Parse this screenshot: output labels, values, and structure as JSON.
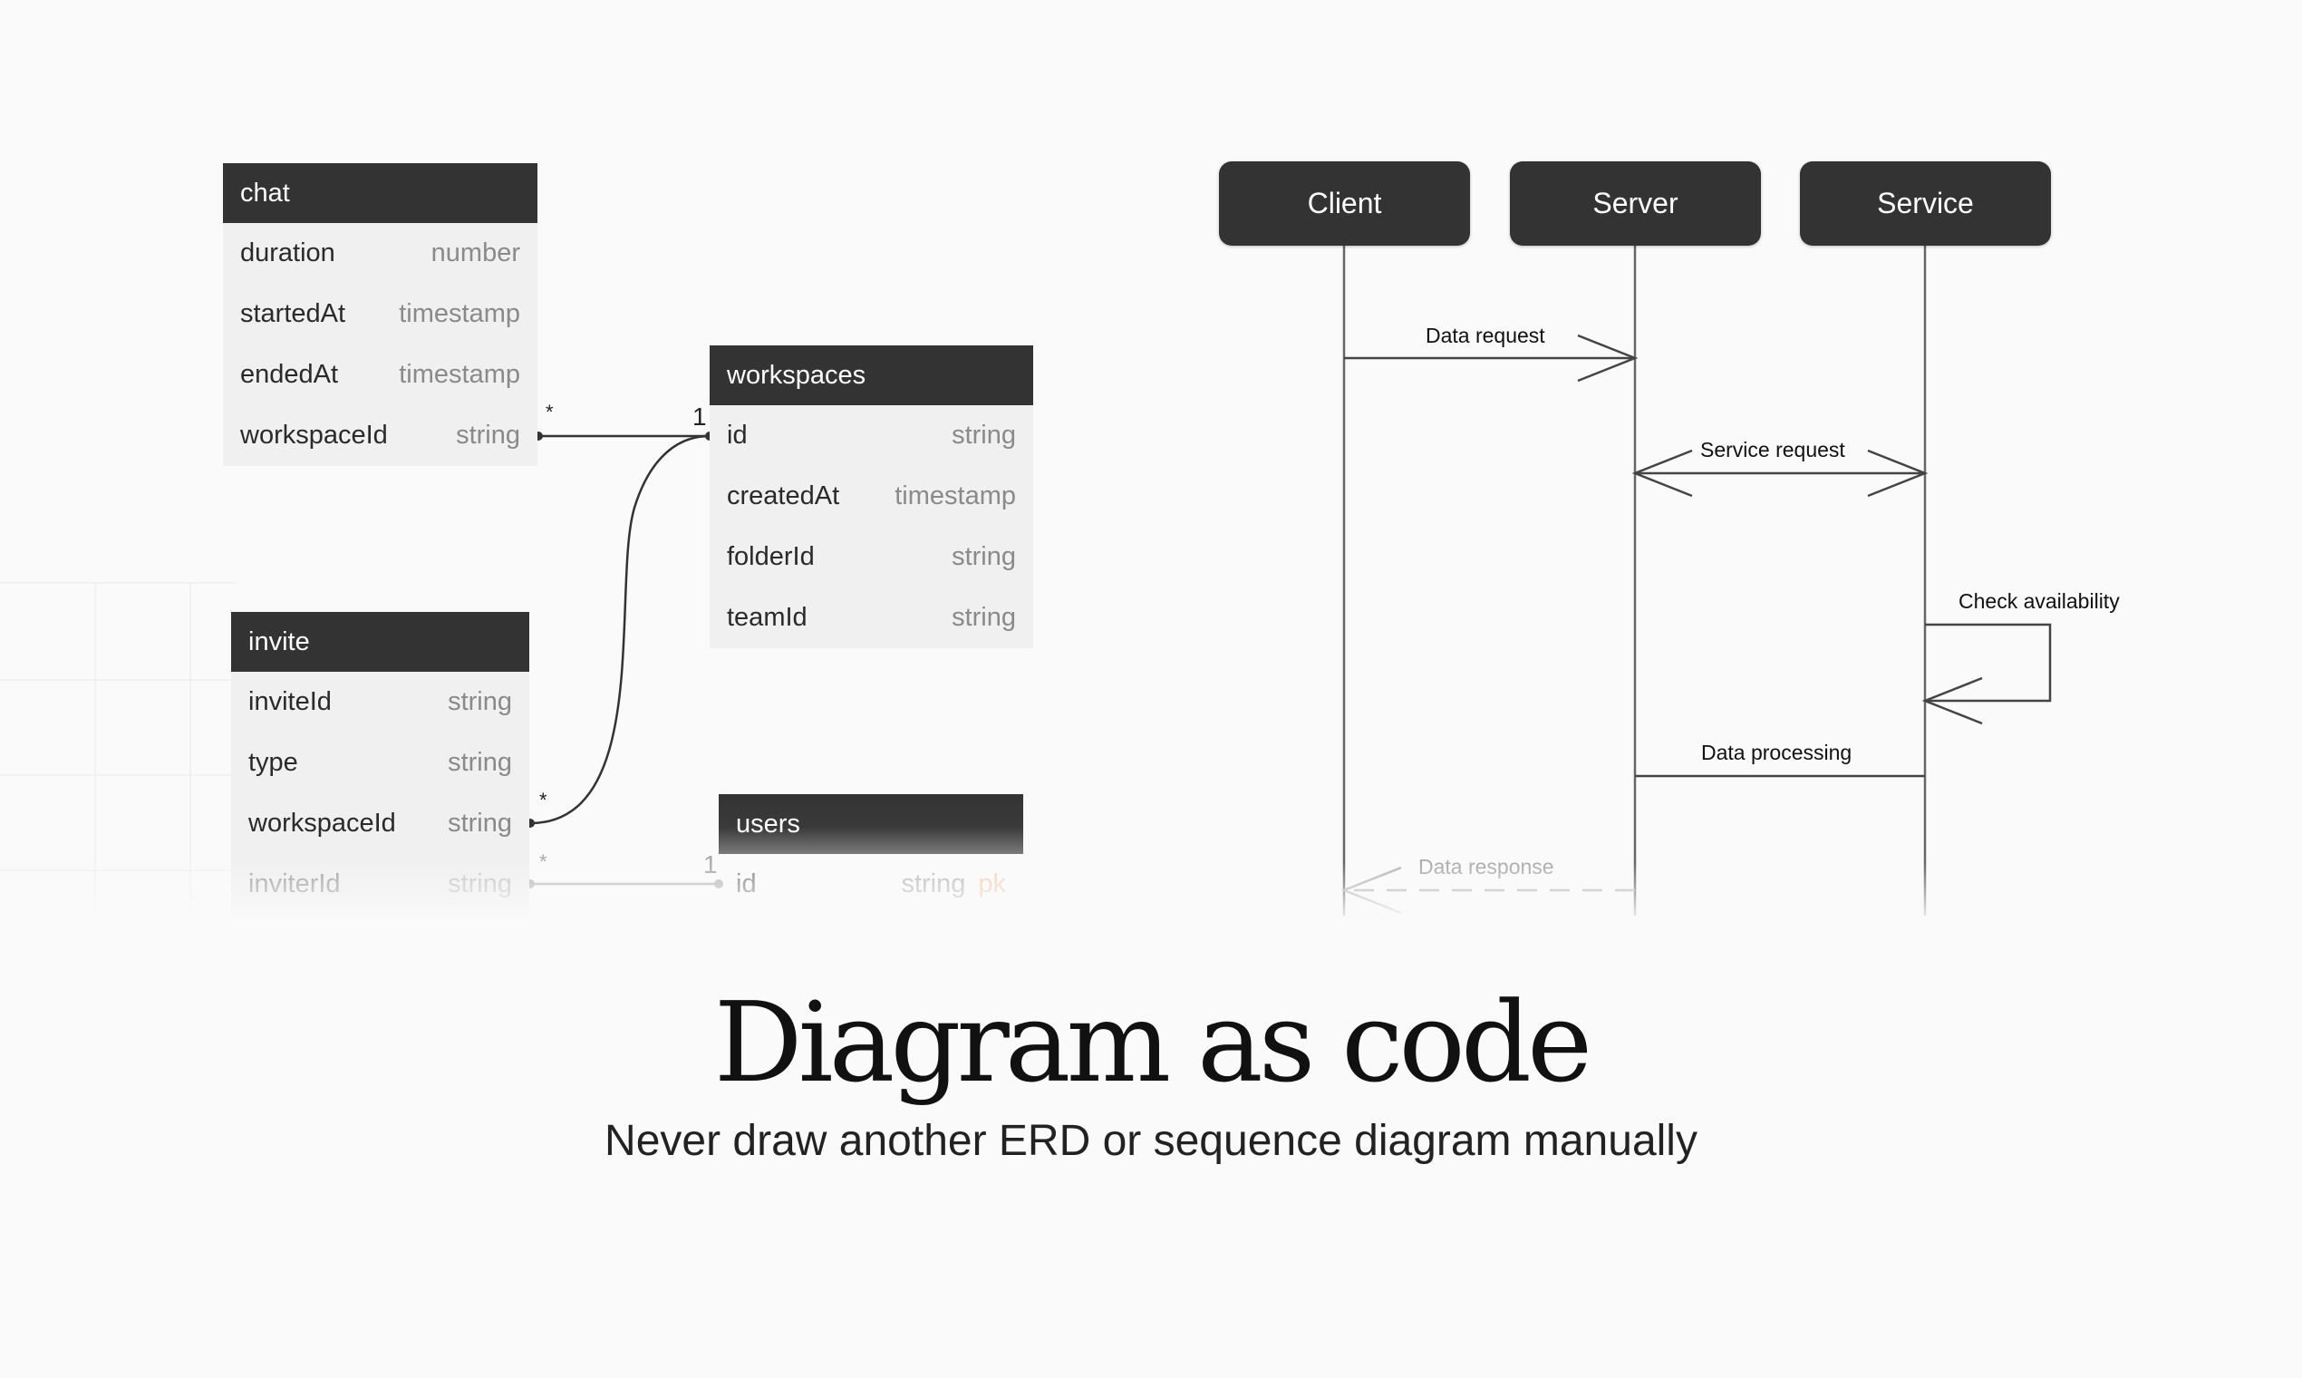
{
  "erd": {
    "tables": [
      {
        "name": "chat",
        "columns": [
          {
            "name": "duration",
            "type": "number"
          },
          {
            "name": "startedAt",
            "type": "timestamp"
          },
          {
            "name": "endedAt",
            "type": "timestamp"
          },
          {
            "name": "workspaceId",
            "type": "string"
          }
        ]
      },
      {
        "name": "workspaces",
        "columns": [
          {
            "name": "id",
            "type": "string"
          },
          {
            "name": "createdAt",
            "type": "timestamp"
          },
          {
            "name": "folderId",
            "type": "string"
          },
          {
            "name": "teamId",
            "type": "string"
          }
        ]
      },
      {
        "name": "invite",
        "columns": [
          {
            "name": "inviteId",
            "type": "string"
          },
          {
            "name": "type",
            "type": "string"
          },
          {
            "name": "workspaceId",
            "type": "string"
          },
          {
            "name": "inviterId",
            "type": "string"
          }
        ]
      },
      {
        "name": "users",
        "columns": [
          {
            "name": "id",
            "type": "string",
            "key": "pk"
          }
        ]
      }
    ],
    "relations": [
      {
        "from": "chat.workspaceId",
        "to": "workspaces.id",
        "from_card": "*",
        "to_card": "1"
      },
      {
        "from": "invite.workspaceId",
        "to": "workspaces.id",
        "from_card": "*",
        "to_card": "1"
      },
      {
        "from": "invite.inviterId",
        "to": "users.id",
        "from_card": "*",
        "to_card": "1"
      }
    ]
  },
  "sequence": {
    "actors": [
      "Client",
      "Server",
      "Service"
    ],
    "messages": [
      {
        "label": "Data request",
        "from": "Client",
        "to": "Server",
        "style": "solid"
      },
      {
        "label": "Service request",
        "from": "Server",
        "to": "Service",
        "style": "solid",
        "bidirectional": true
      },
      {
        "label": "Check availability",
        "from": "Service",
        "to": "Service",
        "style": "solid"
      },
      {
        "label": "Data processing",
        "from": "Service",
        "to": "Server",
        "style": "solid"
      },
      {
        "label": "Data response",
        "from": "Server",
        "to": "Client",
        "style": "dashed"
      }
    ]
  },
  "headline": "Diagram as code",
  "subheadline": "Never draw another ERD or sequence diagram manually"
}
